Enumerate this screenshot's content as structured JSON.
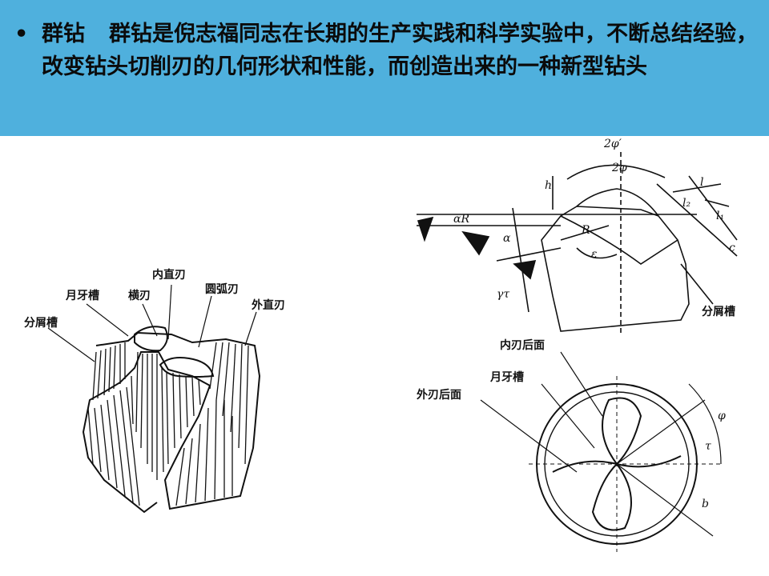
{
  "banner": {
    "bullet": "•",
    "term": "群钻",
    "text": "群钻是倪志福同志在长期的生产实践和科学实验中，不断总结经验，改变钻头切削刃的几何形状和性能，而创造出来的一种新型钻头"
  },
  "drill3d": {
    "labels": {
      "fen_xie_cao": "分屑槽",
      "yue_ya_cao": "月牙槽",
      "heng_ren": "横刃",
      "nei_zhi_ren": "内直刃",
      "yuan_hu_ren": "圆弧刃",
      "wai_zhi_ren": "外直刃"
    }
  },
  "side_view": {
    "labels": {
      "two_phi_prime": "2φ′",
      "two_phi": "2φ",
      "h": "h",
      "l": "l",
      "l2": "l₂",
      "l1": "l₁",
      "c": "c",
      "alpha_r": "αR",
      "alpha": "α",
      "r": "R",
      "epsilon": "ε",
      "gamma_t": "γτ",
      "fen_xie_cao": "分屑槽"
    }
  },
  "end_view": {
    "labels": {
      "nei_ren_hou_mian": "内刃后面",
      "yue_ya_cao": "月牙槽",
      "wai_ren_hou_mian": "外刃后面",
      "phi": "φ",
      "tau": "τ",
      "b": "b"
    }
  },
  "colors": {
    "banner": "#4fb0dd",
    "ink": "#111111"
  }
}
